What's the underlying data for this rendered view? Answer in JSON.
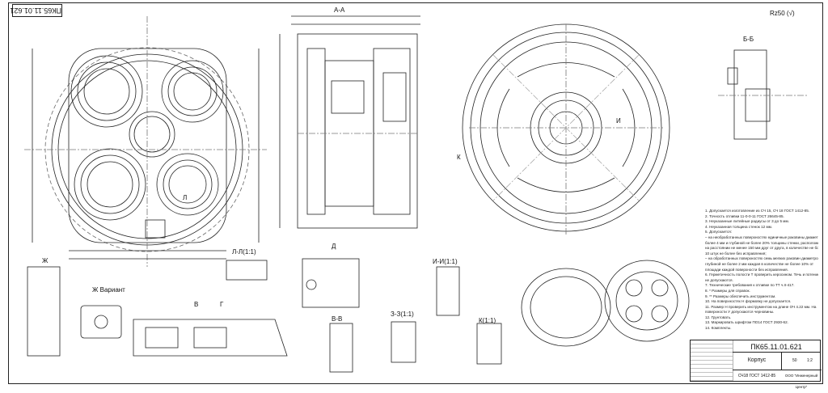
{
  "drawing": {
    "designation_rotated": "ПК65.11.01.621",
    "roughness_mark": "Rz50",
    "views": {
      "section_aa": "А-А",
      "section_bb": "Б-Б",
      "section_vv": "В-В",
      "section_zz": "З-З(1:1)",
      "detail_ll": "Л-Л(1:1)",
      "detail_ii": "И-И(1:1)",
      "detail_kk": "К(1:1)",
      "view_d": "Д",
      "view_zh": "Ж",
      "variant_zh": "Ж Вариант",
      "label_k": "К",
      "label_i": "И",
      "label_l": "Л",
      "label_v": "В",
      "label_g": "Г"
    },
    "notes": [
      "1. Допускается изготовление из СЧ 15, СЧ 18 ГОСТ 1412-85.",
      "2. Точность отливки 11-0-0-11 ГОСТ 26645-85.",
      "3. Неуказанные литейные радиусы от 3 до 5 мм.",
      "4. Неуказанная толщина стенок 12 мм.",
      "5. Допускается:",
      "– на необработанных поверхностях единичные раковины диаметром не",
      "более 4 мм и глубиной не более 20% толщины стенки, расположенные",
      "на расстоянии не менее 150 мм друг от друга, в количестве не более",
      "10 штук не более без исправления;",
      "– на обработанных поверхностях семь мелких раковин диаметром и",
      "глубиной не более 2 мм каждая в количестве не более 10% от",
      "площади каждой поверхности без исправления.",
      "6. Герметичность полости Т проверить керосином. Течь и потение",
      "не допускаются.",
      "7. Технические требования к отливке по ТТ ч.II-417.",
      "8. * Размеры для справок.",
      "9. ** Размеры обеспечить инструментом.",
      "10. На поверхностях Н формовку не допускается.",
      "11. Размер Н проверить инструментом на длине ОЧ 4.22 мм. На",
      "поверхности У допускаются черновины.",
      "12. Грунтовать.",
      "13. Маркировать шрифтом ПО14 ГОСТ 2930-62.",
      "14. Комплекты."
    ],
    "title_block": {
      "code": "ПК65.11.01.621",
      "name": "Корпус",
      "material": "СЧ18 ГОСТ 1412-85",
      "organization": "ООО \"Инженерный Центр\"",
      "mass": "50",
      "scale": "1:2"
    }
  }
}
